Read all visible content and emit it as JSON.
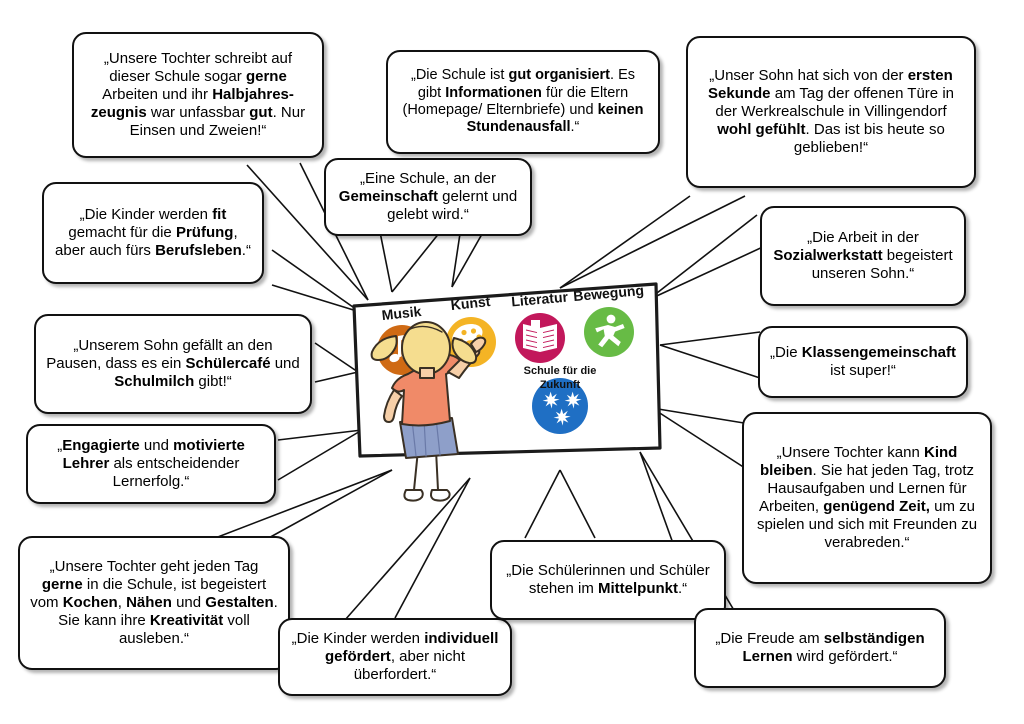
{
  "center": {
    "board_label": "school-banner",
    "icons": [
      {
        "id": "musik",
        "label": "Musik",
        "color": "#cf6a14",
        "glyph": "music-note-icon"
      },
      {
        "id": "kunst",
        "label": "Kunst",
        "color": "#f4b425",
        "glyph": "paint-palette-icon"
      },
      {
        "id": "literatur",
        "label": "Literatur",
        "color": "#c2185b",
        "glyph": "open-book-icon"
      },
      {
        "id": "bewegung",
        "label": "Bewegung",
        "color": "#67bb45",
        "glyph": "running-person-icon"
      }
    ],
    "badge": {
      "label_line1": "Schule für die",
      "label_line2": "Zukunft",
      "color": "#1f6fc4",
      "glyph": "three-stars-icon"
    },
    "figure": {
      "name": "girl-at-board-illustration",
      "hair_color": "#f5dd8f",
      "shirt_color": "#f08a68",
      "skirt_color": "#8e9fc9",
      "skin_color": "#f6cfa8"
    }
  },
  "quotes": [
    {
      "id": "tochter-schreibt-gerne",
      "name": "quote-tochter-schreibt-gerne",
      "html": "„Unsere Tochter schreibt auf dieser Schule sogar <b>gerne</b> Arbeiten und ihr <b>Halbjahres-zeugnis</b> war unfassbar <b>gut</b>. Nur Einsen und Zweien!“"
    },
    {
      "id": "schule-gut-organisiert",
      "name": "quote-schule-gut-organisiert",
      "html": "„Die Schule ist <b>gut organisiert</b>. Es gibt <b>Informationen</b> für die Eltern (Homepage/ Elternbriefe) und <b>keinen Stundenausfall</b>.“"
    },
    {
      "id": "sohn-erste-sekunde",
      "name": "quote-sohn-erste-sekunde",
      "html": "„Unser Sohn hat sich von der <b>ersten Sekunde</b> am Tag der offenen Türe in der Werkrealschule in Villingendorf <b>wohl gefühlt</b>. Das ist bis heute so geblieben!“"
    },
    {
      "id": "gemeinschaft",
      "name": "quote-gemeinschaft",
      "html": "„Eine Schule, an der <b>Gemeinschaft</b> gelernt und gelebt wird.“"
    },
    {
      "id": "kinder-fit-pruefung",
      "name": "quote-kinder-fit-pruefung",
      "html": "„Die Kinder werden <b>fit</b> gemacht für die <b>Prüfung</b>, aber auch fürs <b>Berufsleben</b>.“"
    },
    {
      "id": "sozialwerkstatt",
      "name": "quote-sozialwerkstatt",
      "html": "„Die Arbeit in der <b>Sozialwerkstatt</b> begeistert unseren Sohn.“"
    },
    {
      "id": "schuelercafe",
      "name": "quote-schuelercafe",
      "html": "„Unserem Sohn gefällt an den Pausen, dass es ein <b>Schülercafé</b> und <b>Schulmilch</b> gibt!“"
    },
    {
      "id": "klassengemeinschaft",
      "name": "quote-klassengemeinschaft",
      "html": "„Die <b>Klassengemeinschaft</b> ist super!“"
    },
    {
      "id": "engagierte-lehrer",
      "name": "quote-engagierte-lehrer",
      "html": "„<b>Engagierte</b> und <b>motivierte Lehrer</b> als entscheidender Lernerfolg.“"
    },
    {
      "id": "tochter-kind-bleiben",
      "name": "quote-tochter-kind-bleiben",
      "html": "„Unsere Tochter kann <b>Kind bleiben</b>. Sie hat jeden Tag, trotz Hausaufgaben und Lernen für Arbeiten, <b>genügend Zeit,</b> um zu spielen und sich mit Freunden zu verabreden.“"
    },
    {
      "id": "tochter-geht-gerne",
      "name": "quote-tochter-geht-gerne",
      "html": "„Unsere Tochter geht jeden Tag <b>gerne</b> in die Schule, ist begeistert vom <b>Kochen</b>, <b>Nähen</b> und <b>Gestalten</b>. Sie kann ihre <b>Kreativität</b> voll ausleben.“"
    },
    {
      "id": "individuell-gefoerdert",
      "name": "quote-individuell-gefoerdert",
      "html": "„Die Kinder werden <b>individuell gefördert</b>, aber nicht überfordert.“"
    },
    {
      "id": "mittelpunkt",
      "name": "quote-mittelpunkt",
      "html": "„Die Schülerinnen und Schüler stehen im <b>Mittelpunkt</b>.“"
    },
    {
      "id": "selbstaendiges-lernen",
      "name": "quote-selbstaendiges-lernen",
      "html": "„Die Freude am <b>selbständigen Lernen</b> wird gefördert.“"
    }
  ]
}
